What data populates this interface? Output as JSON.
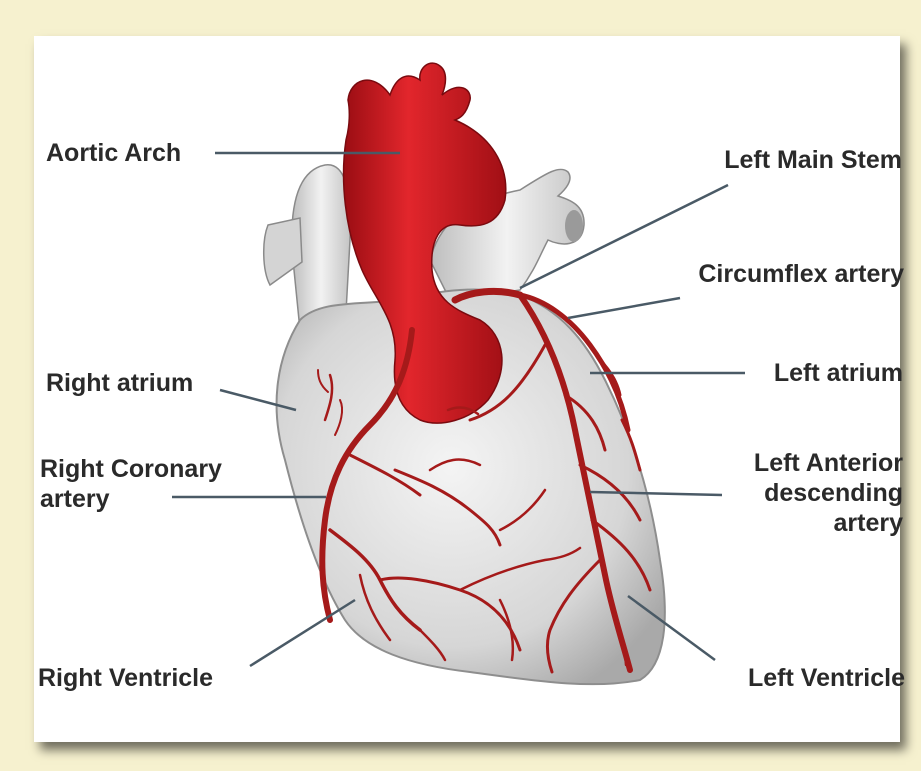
{
  "colors": {
    "background": "#f6f1cf",
    "card": "#ffffff",
    "aorta": "#c8141c",
    "artery": "#a51a1a",
    "heart": "#dcdcdc",
    "leader_line": "#4a5a66",
    "text": "#2a2a2a"
  },
  "labels": {
    "aortic_arch": "Aortic Arch",
    "left_main_stem": "Left Main Stem",
    "circumflex_artery": "Circumflex artery",
    "right_atrium": "Right atrium",
    "left_atrium": "Left atrium",
    "right_coronary_artery_line1": "Right Coronary",
    "right_coronary_artery_line2": "artery",
    "left_anterior_descending_line1": "Left Anterior",
    "left_anterior_descending_line2": "descending",
    "left_anterior_descending_line3": "artery",
    "right_ventricle": "Right Ventricle",
    "left_ventricle": "Left Ventricle"
  }
}
